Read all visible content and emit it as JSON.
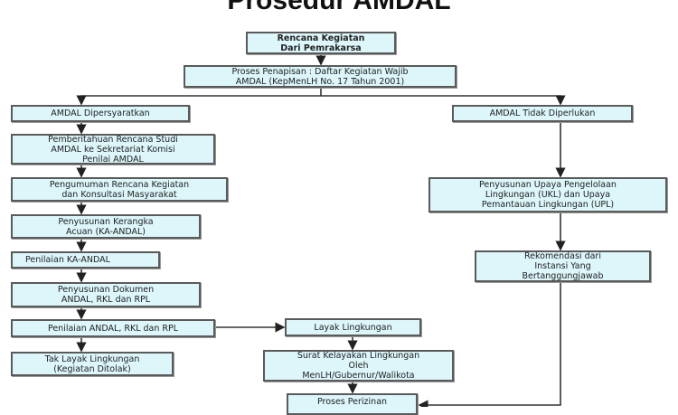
{
  "title": "Prosedur AMDAL",
  "nodes": {
    "rencana": "Rencana Kegiatan\nDari Pemrakarsa",
    "penapisan": "Proses Penapisan : Daftar Kegiatan Wajib\nAMDAL (KepMenLH No. 17 Tahun 2001)",
    "dipersyaratkan": "AMDAL Dipersyaratkan",
    "tidak_diperlukan": "AMDAL Tidak Diperlukan",
    "pemberitahuan": "Pemberitahuan Rencana Studi\nAMDAL ke Sekretariat Komisi\nPenilai AMDAL",
    "pengumuman": "Pengumuman Rencana Kegiatan\ndan Konsultasi Masyarakat",
    "kerangka": "Penyusunan Kerangka\nAcuan (KA-ANDAL)",
    "penilaian_ka": "Penilaian KA-ANDAL",
    "dokumen": "Penyusunan Dokumen\nANDAL, RKL dan RPL",
    "penilaian_andal": "Penilaian ANDAL, RKL dan RPL",
    "tak_layak": "Tak Layak Lingkungan\n(Kegiatan Ditolak)",
    "layak": "Layak Lingkungan",
    "surat": "Surat Kelayakan Lingkungan\nOleh\nMenLH/Gubernur/Walikota",
    "perizinan": "Proses Perizinan",
    "ukl_upl": "Penyusunan Upaya Pengelolaan\nLingkungan  (UKL) dan Upaya\nPemantauan Lingkungan (UPL)",
    "rekomendasi": "Rekomendasi dari\nInstansi Yang\nBertanggungjawab"
  }
}
